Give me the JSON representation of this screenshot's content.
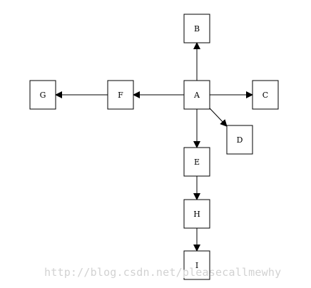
{
  "diagram": {
    "nodes": [
      {
        "id": "A",
        "label": "A"
      },
      {
        "id": "B",
        "label": "B"
      },
      {
        "id": "C",
        "label": "C"
      },
      {
        "id": "D",
        "label": "D"
      },
      {
        "id": "E",
        "label": "E"
      },
      {
        "id": "F",
        "label": "F"
      },
      {
        "id": "G",
        "label": "G"
      },
      {
        "id": "H",
        "label": "H"
      },
      {
        "id": "I",
        "label": "I"
      }
    ],
    "edges": [
      {
        "from": "A",
        "to": "B"
      },
      {
        "from": "A",
        "to": "C"
      },
      {
        "from": "A",
        "to": "D"
      },
      {
        "from": "A",
        "to": "E"
      },
      {
        "from": "A",
        "to": "F"
      },
      {
        "from": "F",
        "to": "G"
      },
      {
        "from": "E",
        "to": "H"
      },
      {
        "from": "H",
        "to": "I"
      }
    ]
  },
  "watermark": {
    "text": "http://blog.csdn.net/pleasecallmewhy"
  }
}
